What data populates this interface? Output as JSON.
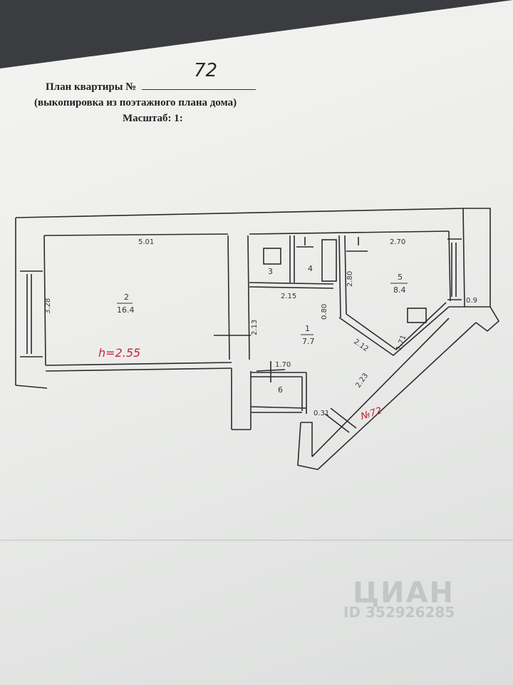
{
  "header": {
    "title_line": "План квартиры №",
    "apartment_number": "72",
    "subtitle": "(выкопировка из поэтажного плана дома)",
    "scale_label": "Масштаб: 1:"
  },
  "rooms": [
    {
      "number": "1",
      "area": "7.7"
    },
    {
      "number": "2",
      "area": "16.4"
    },
    {
      "number": "3",
      "area": ""
    },
    {
      "number": "4",
      "area": ""
    },
    {
      "number": "5",
      "area": "8.4"
    },
    {
      "number": "6",
      "area": ""
    }
  ],
  "dimensions": {
    "d501": "5.01",
    "d328": "3.28",
    "d270": "2.70",
    "d215": "2.15",
    "d213": "2.13",
    "d080": "0.80",
    "d280": "2.80",
    "d212": "2.12",
    "d171": "1.71",
    "d170": "1.70",
    "d223": "2.23",
    "d031": "0.31",
    "d09": "0.9"
  },
  "annotations": {
    "ceiling_height": "h=2.55",
    "apartment_mark": "№72"
  },
  "watermark": {
    "brand": "ЦИАН",
    "id_text": "ID 352926285"
  }
}
